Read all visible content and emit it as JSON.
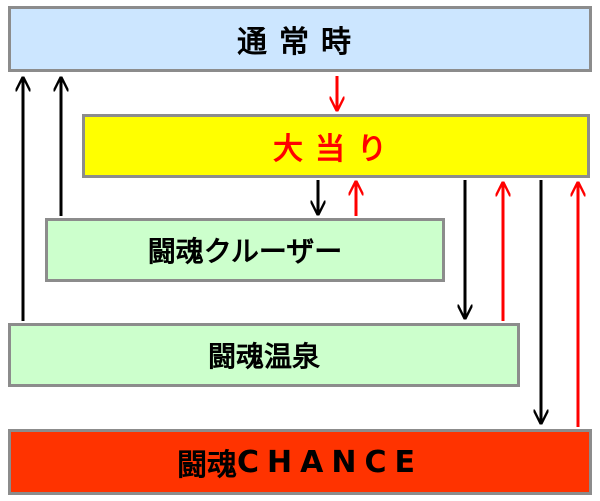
{
  "boxes": {
    "normal": {
      "label": "通常時",
      "fill": "#cce6ff"
    },
    "jackpot": {
      "label": "大当り",
      "fill": "#ffff00",
      "text_color": "#ff0000"
    },
    "cruiser": {
      "label": "闘魂クルーザー",
      "fill": "#ccffcc"
    },
    "onsen": {
      "label": "闘魂温泉",
      "fill": "#ccffcc"
    },
    "chance": {
      "label_kanji": "闘魂",
      "label_ascii": "CHANCE",
      "fill": "#ff3300"
    }
  },
  "arrow_colors": {
    "black": "#000000",
    "red": "#ff0000"
  }
}
